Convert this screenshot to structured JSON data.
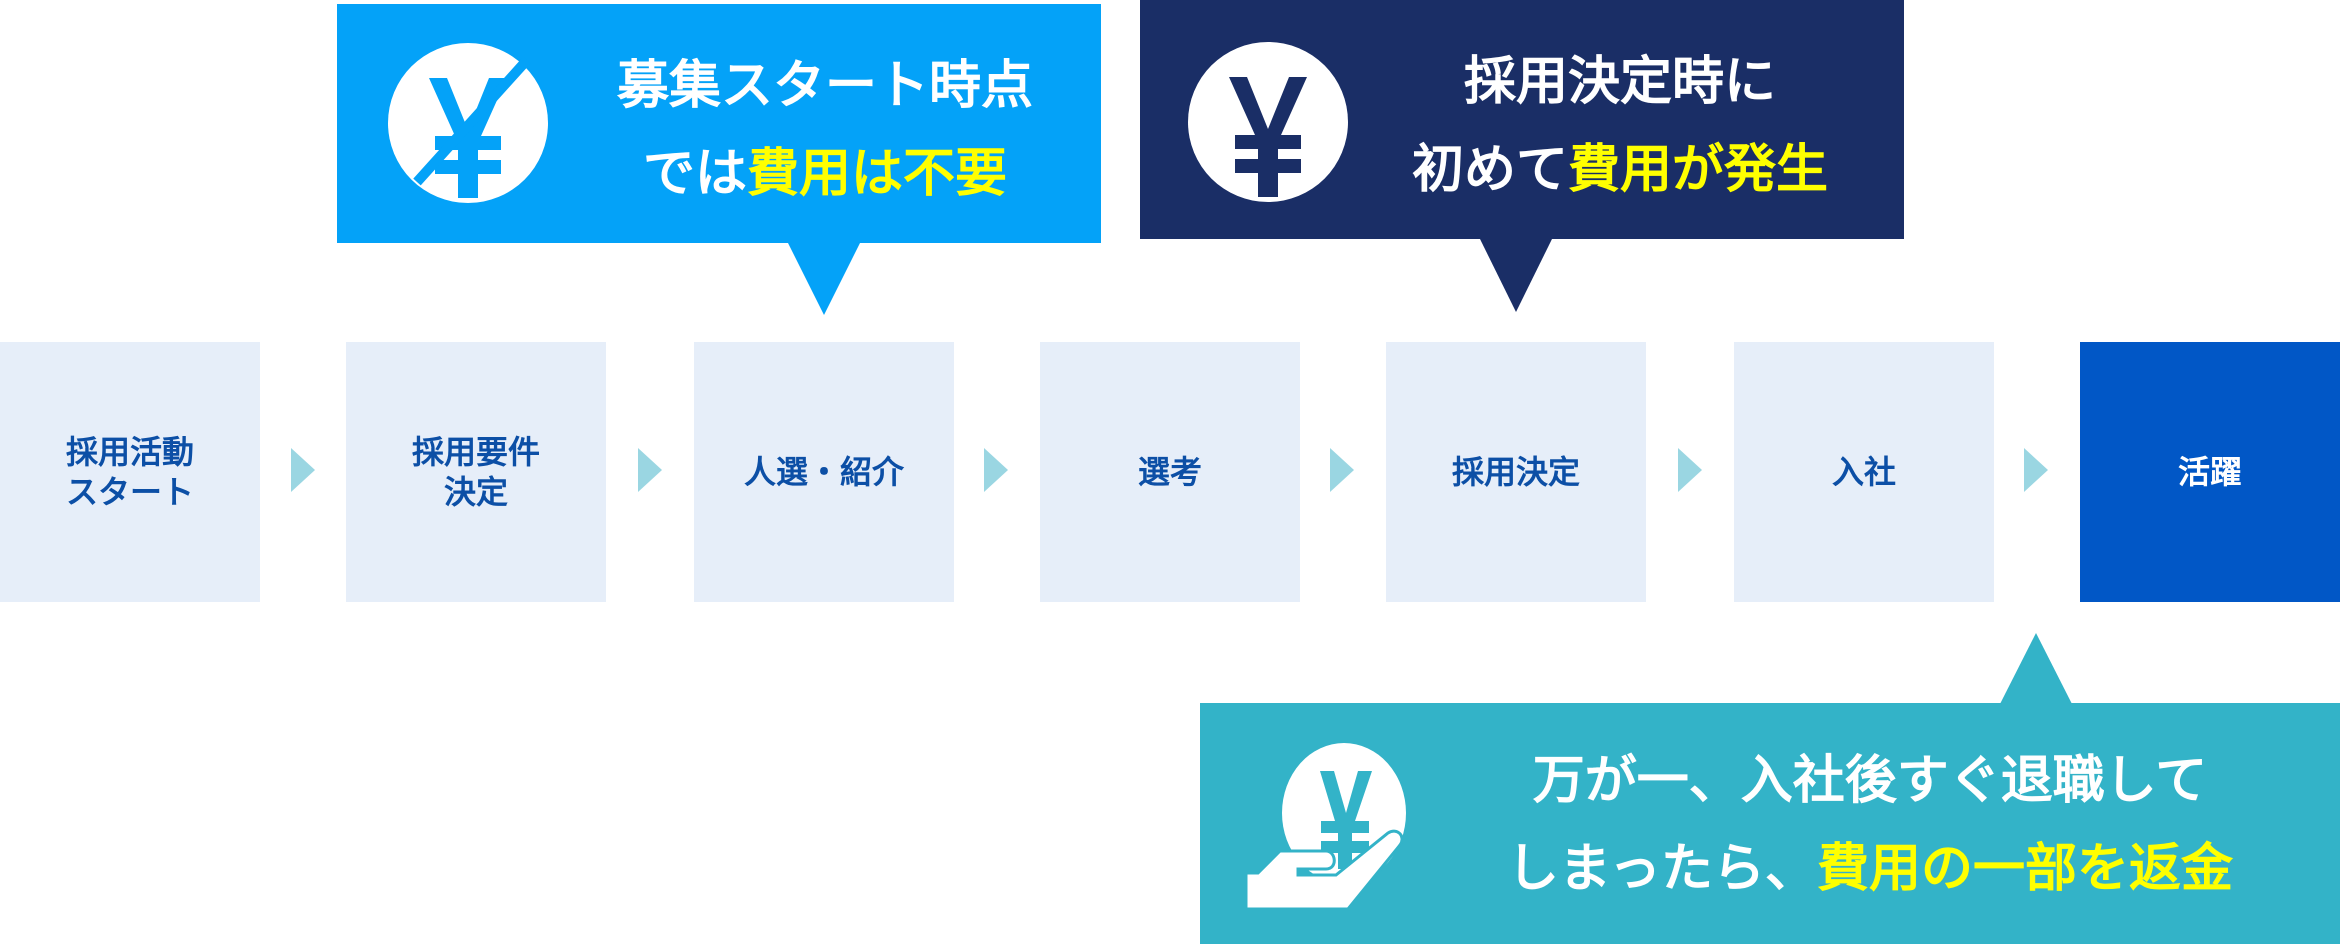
{
  "steps": [
    {
      "label": "採用活動\nスタート"
    },
    {
      "label": "採用要件\n決定"
    },
    {
      "label": "人選・紹介"
    },
    {
      "label": "選考"
    },
    {
      "label": "採用決定"
    },
    {
      "label": "入社"
    },
    {
      "label": "活躍"
    }
  ],
  "callouts": {
    "start": {
      "line1": "募集スタート時点",
      "line2_pre": "では",
      "line2_hl": "費用は不要",
      "icon": "no-yen-icon"
    },
    "decision": {
      "line1": "採用決定時に",
      "line2_pre": "初めて",
      "line2_hl": "費用が発生",
      "icon": "yen-icon"
    },
    "refund": {
      "line1": "万が一、入社後すぐ退職して",
      "line2_pre": "しまったら、",
      "line2_hl": "費用の一部を返金",
      "icon": "hand-yen-icon"
    }
  },
  "colors": {
    "step_bg": "#e6eef9",
    "step_text": "#0c4fa6",
    "final_bg": "#0157c6",
    "start_bg": "#04a2f8",
    "decision_bg": "#1a2e66",
    "refund_bg": "#33b3c8",
    "highlight": "#ffff00",
    "arrow": "#9ad6e2"
  }
}
